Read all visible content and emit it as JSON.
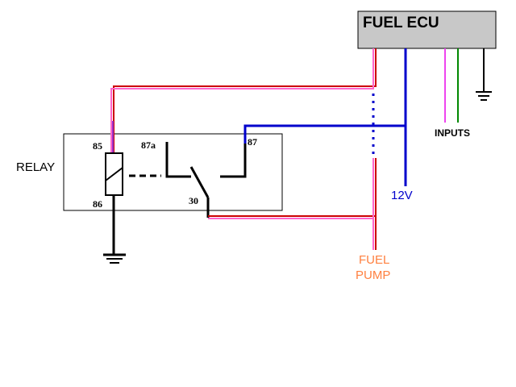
{
  "ecu": {
    "title": "FUEL ECU",
    "fill": "#c8c8c8"
  },
  "relay": {
    "label": "RELAY",
    "pins": {
      "p85": "85",
      "p86": "86",
      "p87a": "87a",
      "p87": "87",
      "p30": "30"
    }
  },
  "labels": {
    "inputs": "INPUTS",
    "supply": "12V",
    "pump_line1": "FUEL",
    "pump_line2": "PUMP"
  },
  "colors": {
    "blue": "#0000cc",
    "red": "#cc0000",
    "pink": "#ff66cc",
    "purple": "#9933cc",
    "magenta": "#ee44ee",
    "green": "#008800",
    "pump_text": "#ff8040"
  }
}
